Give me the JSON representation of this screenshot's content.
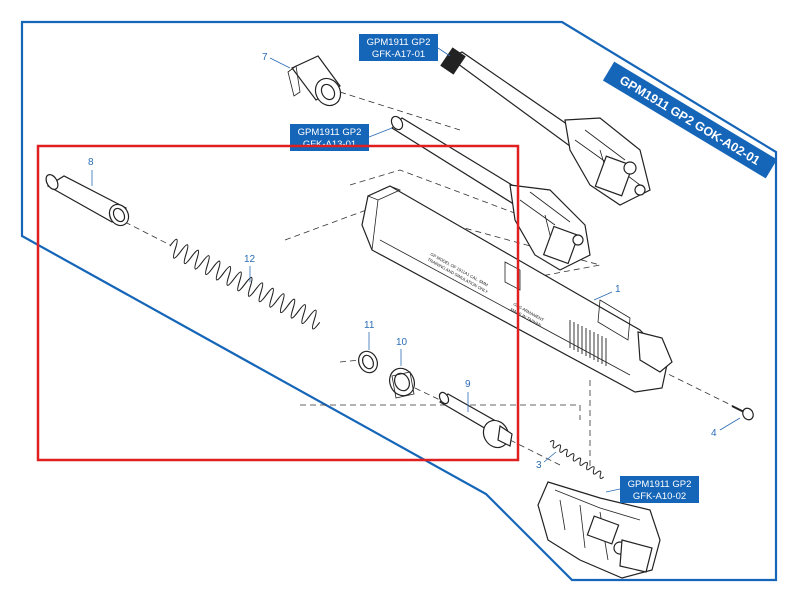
{
  "assembly_label": "GPM1911 GP2 GOK-A02-01",
  "highlight_color": "#e02020",
  "accent_color": "#1565b8",
  "tags": {
    "barrel": {
      "line1": "GPM1911 GP2",
      "line2": "GFK-A17-01"
    },
    "guide": {
      "line1": "GPM1911 GP2",
      "line2": "GFK-A13-01"
    },
    "hammer": {
      "line1": "GPM1911 GP2",
      "line2": "GFK-A10-02"
    }
  },
  "parts": {
    "p1": "1",
    "p3": "3",
    "p4": "4",
    "p7": "7",
    "p8": "8",
    "p9": "9",
    "p10": "10",
    "p11": "11",
    "p12": "12"
  },
  "slide_engraving": {
    "line1": "GP MODEL OF 1911A1 CAL. 6MM",
    "line2": "TRAINING AND SIMULATION ONLY",
    "line3": "G&G ARMAMENT",
    "line4": "MADE IN TAIWAN"
  }
}
